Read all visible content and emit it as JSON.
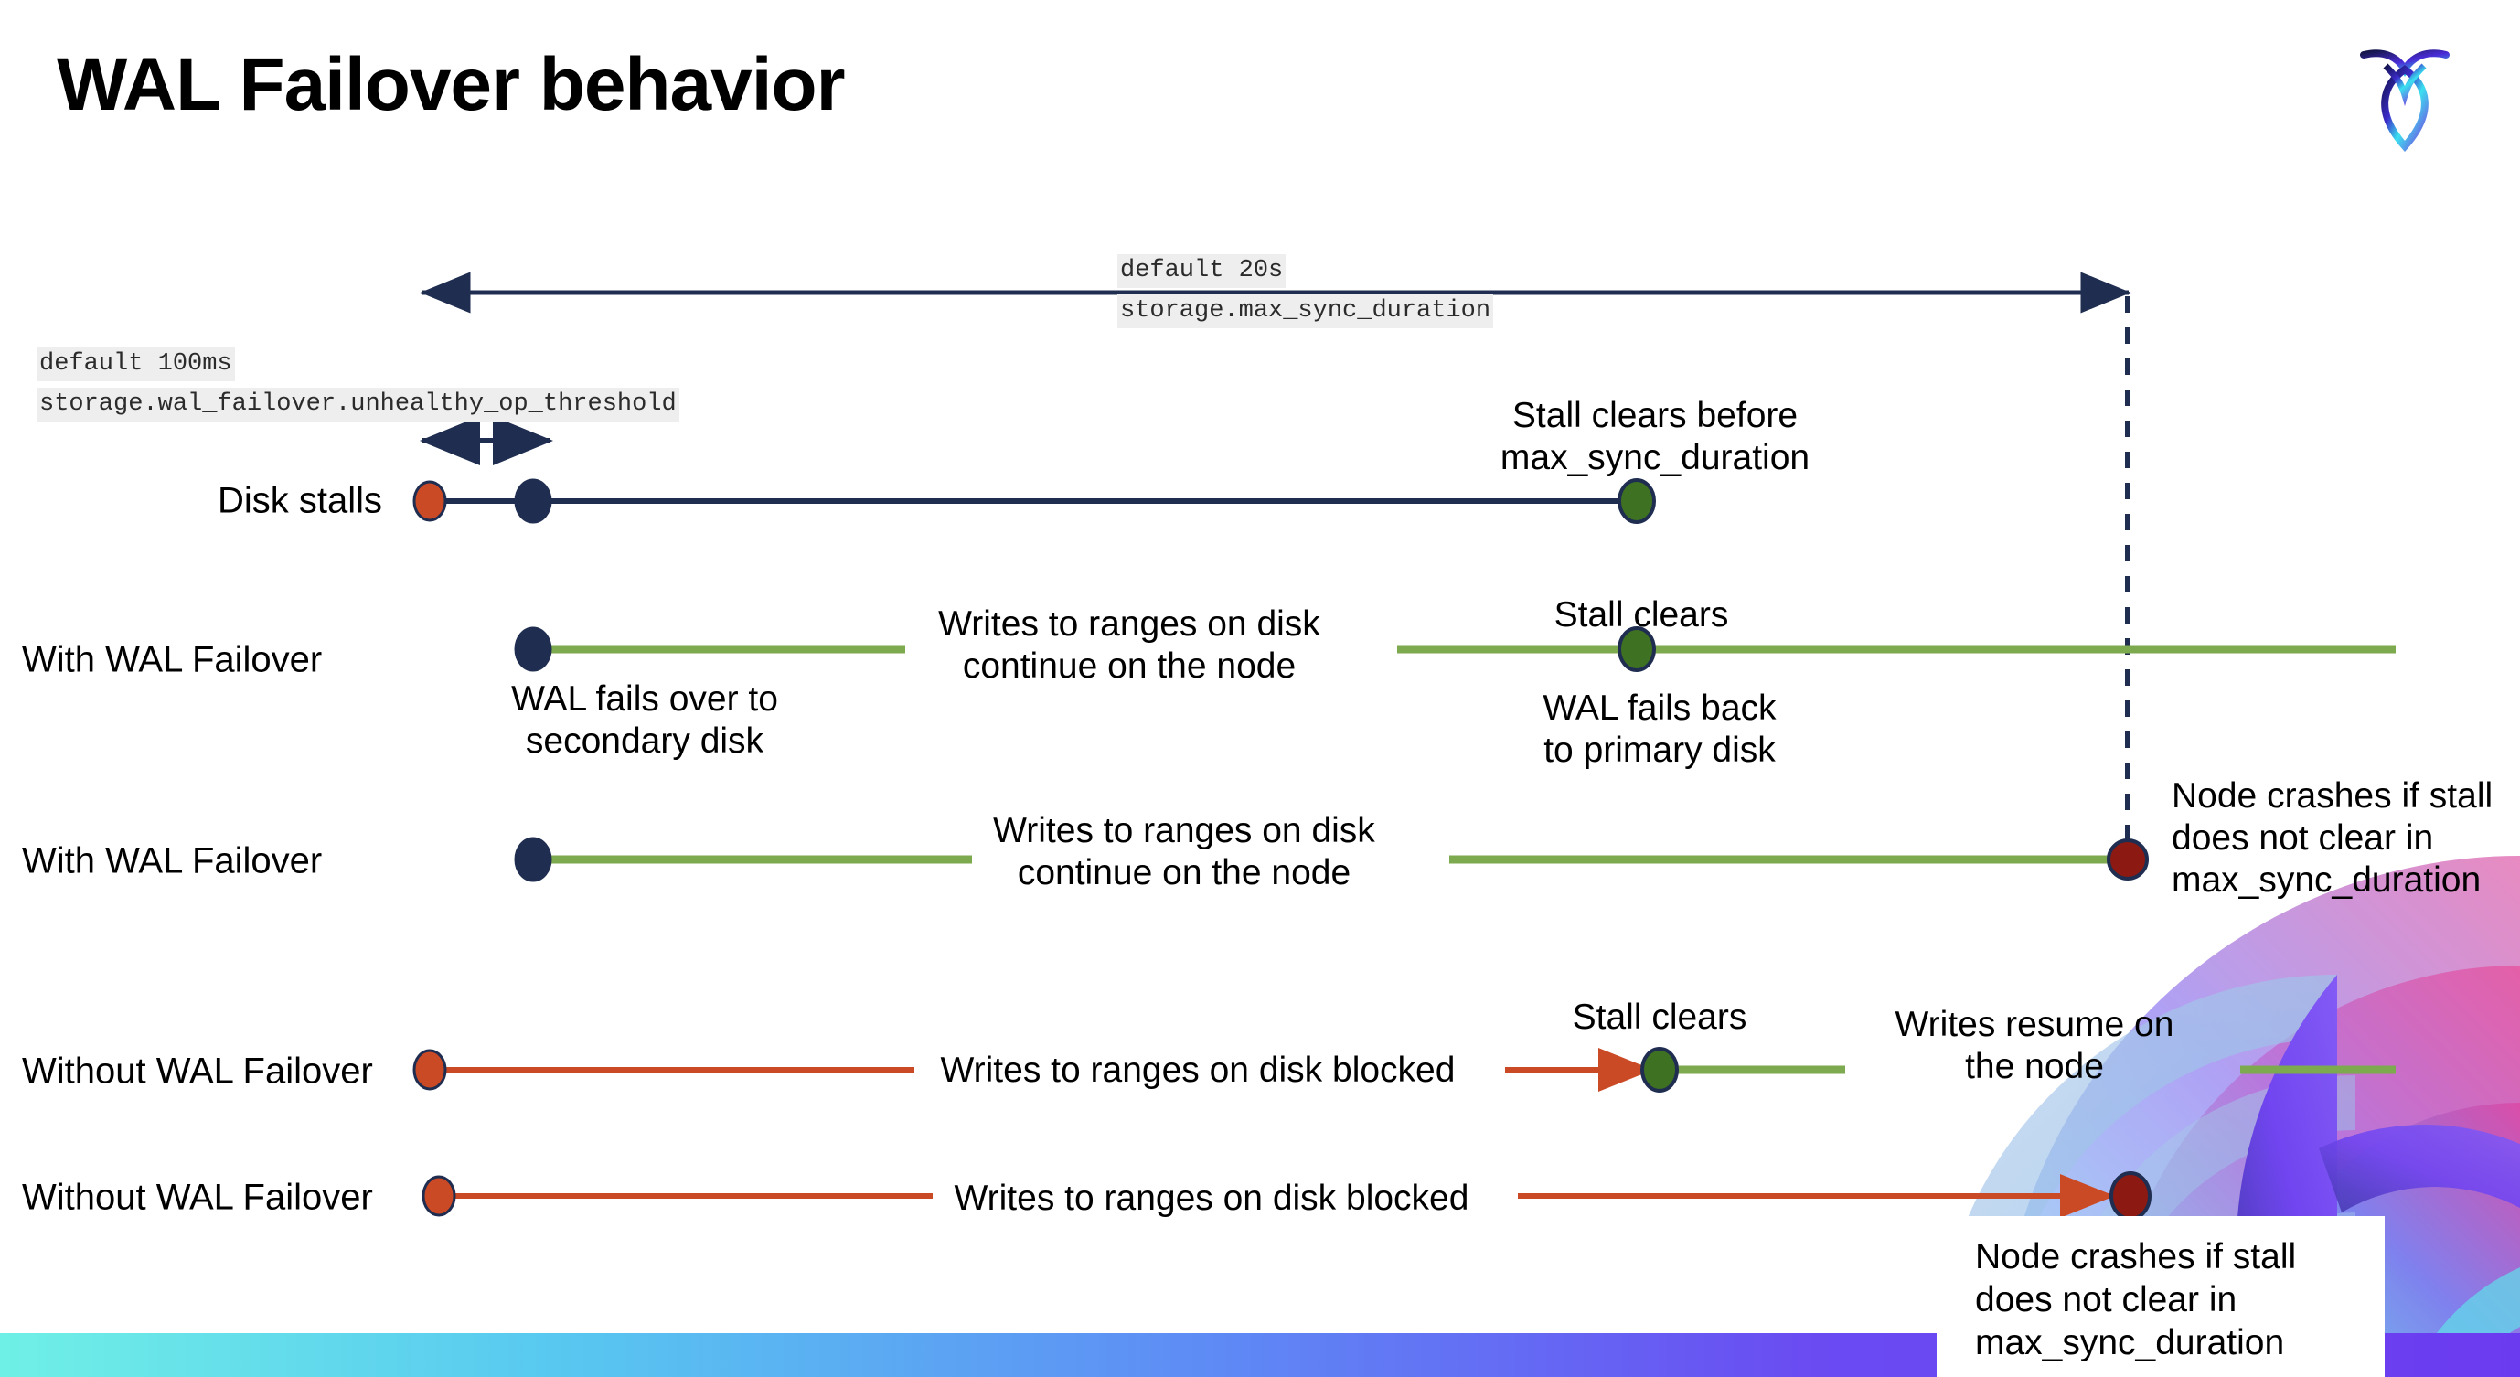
{
  "slide": {
    "title": "WAL Failover behavior",
    "logo_name": "cockroachdb-logo"
  },
  "timeline_labels": {
    "max_sync": {
      "default_line": "default 20s",
      "setting_line": "storage.max_sync_duration"
    },
    "unhealthy_op": {
      "default_line": "default 100ms",
      "setting_line": "storage.wal_failover.unhealthy_op_threshold"
    }
  },
  "rows": [
    {
      "id": "disk-stalls",
      "label": "Disk stalls"
    },
    {
      "id": "with-wal-failover-1",
      "label": "With WAL Failover"
    },
    {
      "id": "with-wal-failover-2",
      "label": "With WAL Failover"
    },
    {
      "id": "without-wal-failover-1",
      "label": "Without WAL Failover"
    },
    {
      "id": "without-wal-failover-2",
      "label": "Without WAL Failover"
    }
  ],
  "annotations": {
    "stall_clears_before": "Stall clears before\nmax_sync_duration",
    "stall_clears_r2": "Stall clears",
    "writes_continue_r2": "Writes to ranges on disk\ncontinue on the node",
    "wal_fails_over": "WAL fails over to\nsecondary disk",
    "wal_fails_back": "WAL fails  back\nto primary disk",
    "writes_continue_r3": "Writes to ranges on disk\ncontinue on the node",
    "node_crashes_r3": "Node crashes if stall\ndoes not clear in\nmax_sync_duration",
    "stall_clears_r4": "Stall clears",
    "writes_blocked_r4": "Writes to ranges on disk  blocked",
    "writes_resume_r4": "Writes resume on\nthe node",
    "writes_blocked_r5": "Writes to ranges on disk  blocked",
    "node_crashes_r5": "Node crashes if stall\ndoes not clear in\nmax_sync_duration"
  },
  "colors": {
    "navy": "#1F2D50",
    "green_line": "#7DA94F",
    "green_dot": "#3F7122",
    "orange": "#CB4A26",
    "dark_red": "#8C1A12",
    "code_bg": "#EEEEEE",
    "gradient_start": "#6FF0E6",
    "gradient_end": "#6B3BF0"
  },
  "markers": {
    "disk_stall_start": "orange-dot",
    "failover_start": "navy-dot",
    "stall_clears": "green-dot",
    "node_crash": "dark-red-dot"
  }
}
